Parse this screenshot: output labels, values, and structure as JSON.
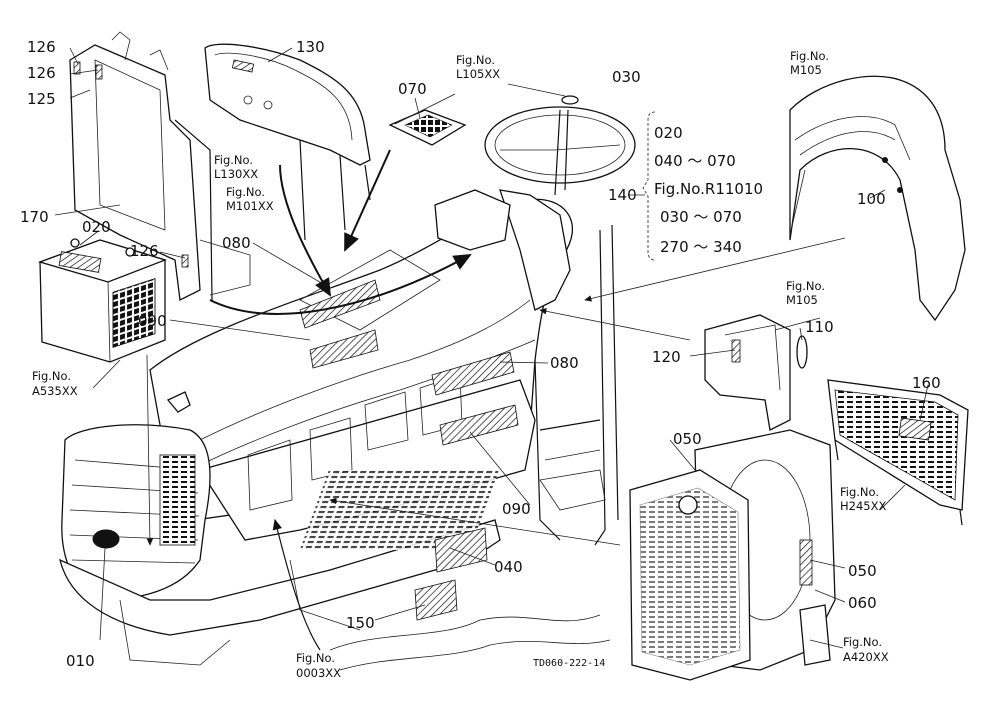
{
  "part_labels": [
    {
      "id": "126a",
      "text": "126"
    },
    {
      "id": "126b",
      "text": "126"
    },
    {
      "id": "125",
      "text": "125"
    },
    {
      "id": "130",
      "text": "130"
    },
    {
      "id": "170",
      "text": "170"
    },
    {
      "id": "020a",
      "text": "020"
    },
    {
      "id": "126c",
      "text": "126"
    },
    {
      "id": "080a",
      "text": "080"
    },
    {
      "id": "090a",
      "text": "090"
    },
    {
      "id": "070",
      "text": "070"
    },
    {
      "id": "030",
      "text": "030"
    },
    {
      "id": "100",
      "text": "100"
    },
    {
      "id": "120",
      "text": "120"
    },
    {
      "id": "110",
      "text": "110"
    },
    {
      "id": "080b",
      "text": "080"
    },
    {
      "id": "160",
      "text": "160"
    },
    {
      "id": "050a",
      "text": "050"
    },
    {
      "id": "090b",
      "text": "090"
    },
    {
      "id": "040",
      "text": "040"
    },
    {
      "id": "150",
      "text": "150"
    },
    {
      "id": "050b",
      "text": "050"
    },
    {
      "id": "060",
      "text": "060"
    },
    {
      "id": "010",
      "text": "010"
    }
  ],
  "fig_refs": [
    {
      "id": "l105",
      "line1": "Fig.No.",
      "line2": "L105XX"
    },
    {
      "id": "m105a",
      "line1": "Fig.No.",
      "line2": "M105"
    },
    {
      "id": "l130",
      "line1": "Fig.No.",
      "line2": "L130XX"
    },
    {
      "id": "m101",
      "line1": "Fig.No.",
      "line2": "M101XX"
    },
    {
      "id": "a535",
      "line1": "Fig.No.",
      "line2": "A535XX"
    },
    {
      "id": "m105b",
      "line1": "Fig.No.",
      "line2": "M105"
    },
    {
      "id": "h245",
      "line1": "Fig.No.",
      "line2": "H245XX"
    },
    {
      "id": "a420",
      "line1": "Fig.No.",
      "line2": "A420XX"
    },
    {
      "id": "0003",
      "line1": "Fig.No.",
      "line2": "0003XX"
    }
  ],
  "group_140": {
    "label": "140",
    "lines": [
      "020",
      "040 ～ 070",
      "Fig.No.R11010",
      "030 ～ 070",
      "270 ～ 340"
    ]
  },
  "drawing_code": "TD060-222-14"
}
